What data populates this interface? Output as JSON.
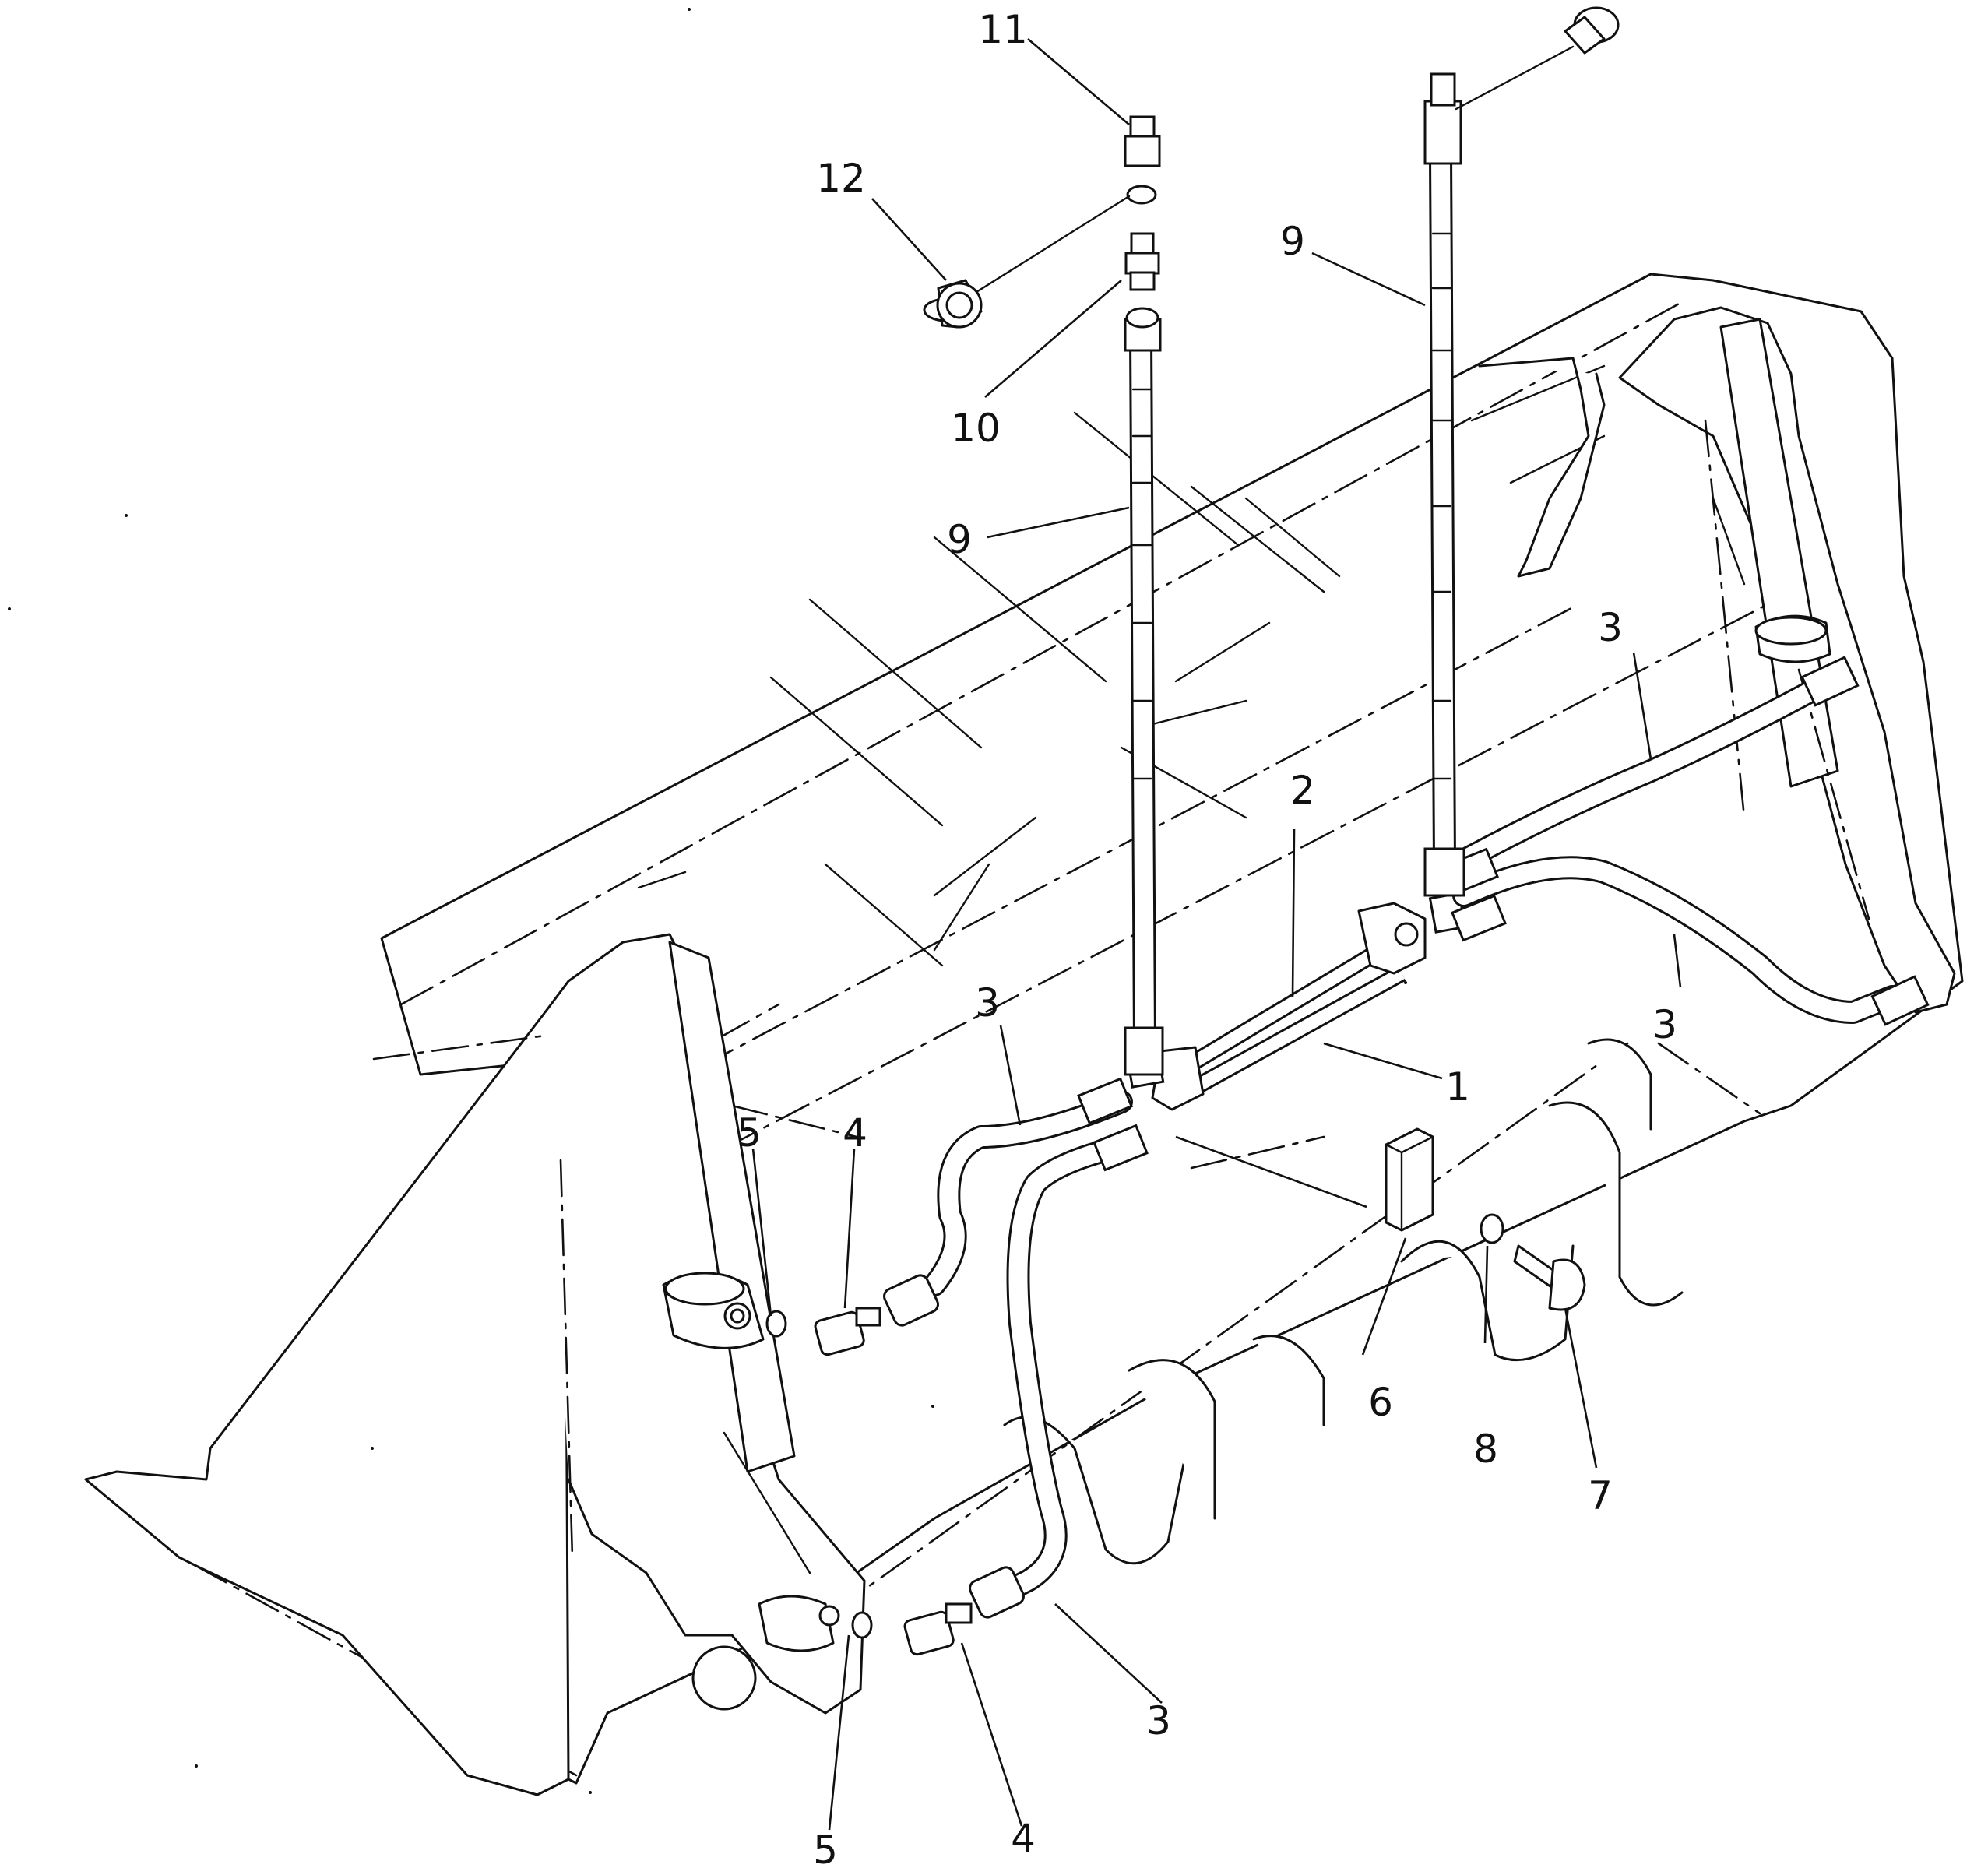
{
  "diagram": {
    "callouts": [
      {
        "id": "c1",
        "label": "1"
      },
      {
        "id": "c2",
        "label": "2"
      },
      {
        "id": "c3a",
        "label": "3"
      },
      {
        "id": "c3b",
        "label": "3"
      },
      {
        "id": "c3c",
        "label": "3"
      },
      {
        "id": "c3d",
        "label": "3"
      },
      {
        "id": "c4a",
        "label": "4"
      },
      {
        "id": "c4b",
        "label": "4"
      },
      {
        "id": "c5a",
        "label": "5"
      },
      {
        "id": "c5b",
        "label": "5"
      },
      {
        "id": "c6",
        "label": "6"
      },
      {
        "id": "c7",
        "label": "7"
      },
      {
        "id": "c8",
        "label": "8"
      },
      {
        "id": "c9a",
        "label": "9"
      },
      {
        "id": "c9b",
        "label": "9"
      },
      {
        "id": "c10",
        "label": "10"
      },
      {
        "id": "c11",
        "label": "11"
      },
      {
        "id": "c12",
        "label": "12"
      }
    ]
  }
}
